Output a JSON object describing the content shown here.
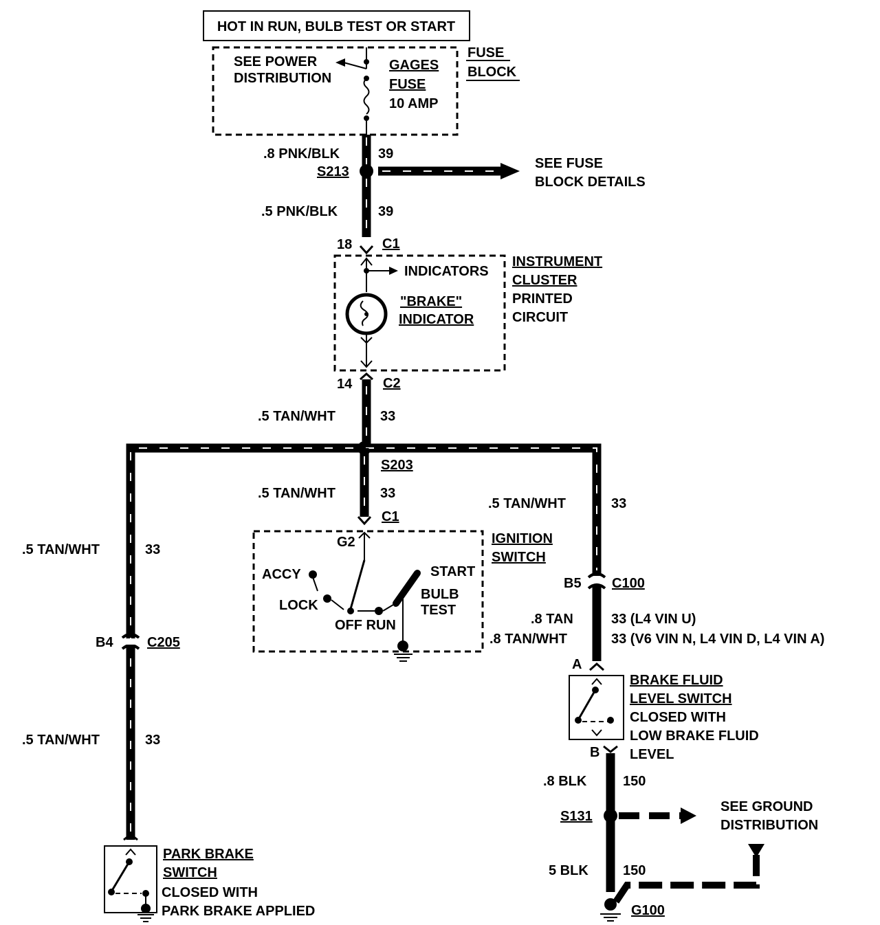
{
  "header": {
    "condition_label": "HOT IN RUN, BULB TEST OR START"
  },
  "fuse_block": {
    "see_power_line1": "SEE POWER",
    "see_power_line2": "DISTRIBUTION",
    "fuse_name_line1": "GAGES",
    "fuse_name_line2": "FUSE",
    "fuse_rating": "10 AMP",
    "title_line1": "FUSE",
    "title_line2": "BLOCK"
  },
  "splice_s213": {
    "id": "S213",
    "wire_in_gauge": ".8 PNK/BLK",
    "wire_in_circuit": "39",
    "wire_out_gauge": ".5 PNK/BLK",
    "wire_out_circuit": "39",
    "see_fuse_line1": "SEE FUSE",
    "see_fuse_line2": "BLOCK DETAILS"
  },
  "instrument_cluster": {
    "c1_pin": "18",
    "c1_label": "C1",
    "indicators_label": "INDICATORS",
    "brake_line1": "\"BRAKE\"",
    "brake_line2": "INDICATOR",
    "title_line1": "INSTRUMENT",
    "title_line2": "CLUSTER",
    "title_line3": "PRINTED",
    "title_line4": "CIRCUIT",
    "c2_pin": "14",
    "c2_label": "C2"
  },
  "splice_s203": {
    "id": "S203",
    "wire_in_gauge": ".5 TAN/WHT",
    "wire_in_circuit": "33",
    "wire_down_gauge": ".5 TAN/WHT",
    "wire_down_circuit": "33",
    "wire_right_gauge": ".5 TAN/WHT",
    "wire_right_circuit": "33",
    "wire_left_gauge": ".5 TAN/WHT",
    "wire_left_circuit": "33"
  },
  "ignition_switch": {
    "c1_label": "C1",
    "g2_label": "G2",
    "title_line1": "IGNITION",
    "title_line2": "SWITCH",
    "accy": "ACCY",
    "lock": "LOCK",
    "off_run": "OFF RUN",
    "start": "START",
    "bulb": "BULB",
    "test": "TEST"
  },
  "left_branch": {
    "c205_pin": "B4",
    "c205_label": "C205",
    "lower_gauge": ".5 TAN/WHT",
    "lower_circuit": "33"
  },
  "park_brake_switch": {
    "title_line1": "PARK BRAKE",
    "title_line2": "SWITCH",
    "desc_line1": "CLOSED WITH",
    "desc_line2": "PARK BRAKE APPLIED"
  },
  "right_branch": {
    "c100_pin": "B5",
    "c100_label": "C100",
    "variant1_gauge": ".8 TAN",
    "variant1_circuit": "33 (L4 VIN U)",
    "variant2_gauge": ".8 TAN/WHT",
    "variant2_circuit": "33 (V6 VIN N, L4 VIN D, L4 VIN A)"
  },
  "brake_fluid_switch": {
    "pin_a": "A",
    "pin_b": "B",
    "title_line1": "BRAKE FLUID",
    "title_line2": "LEVEL SWITCH",
    "desc_line1": "CLOSED WITH",
    "desc_line2": "LOW BRAKE FLUID",
    "desc_line3": "LEVEL"
  },
  "ground": {
    "upper_gauge": ".8 BLK",
    "upper_circuit": "150",
    "splice_id": "S131",
    "see_ground_line1": "SEE GROUND",
    "see_ground_line2": "DISTRIBUTION",
    "lower_gauge": "5 BLK",
    "lower_circuit": "150",
    "ground_id": "G100"
  }
}
